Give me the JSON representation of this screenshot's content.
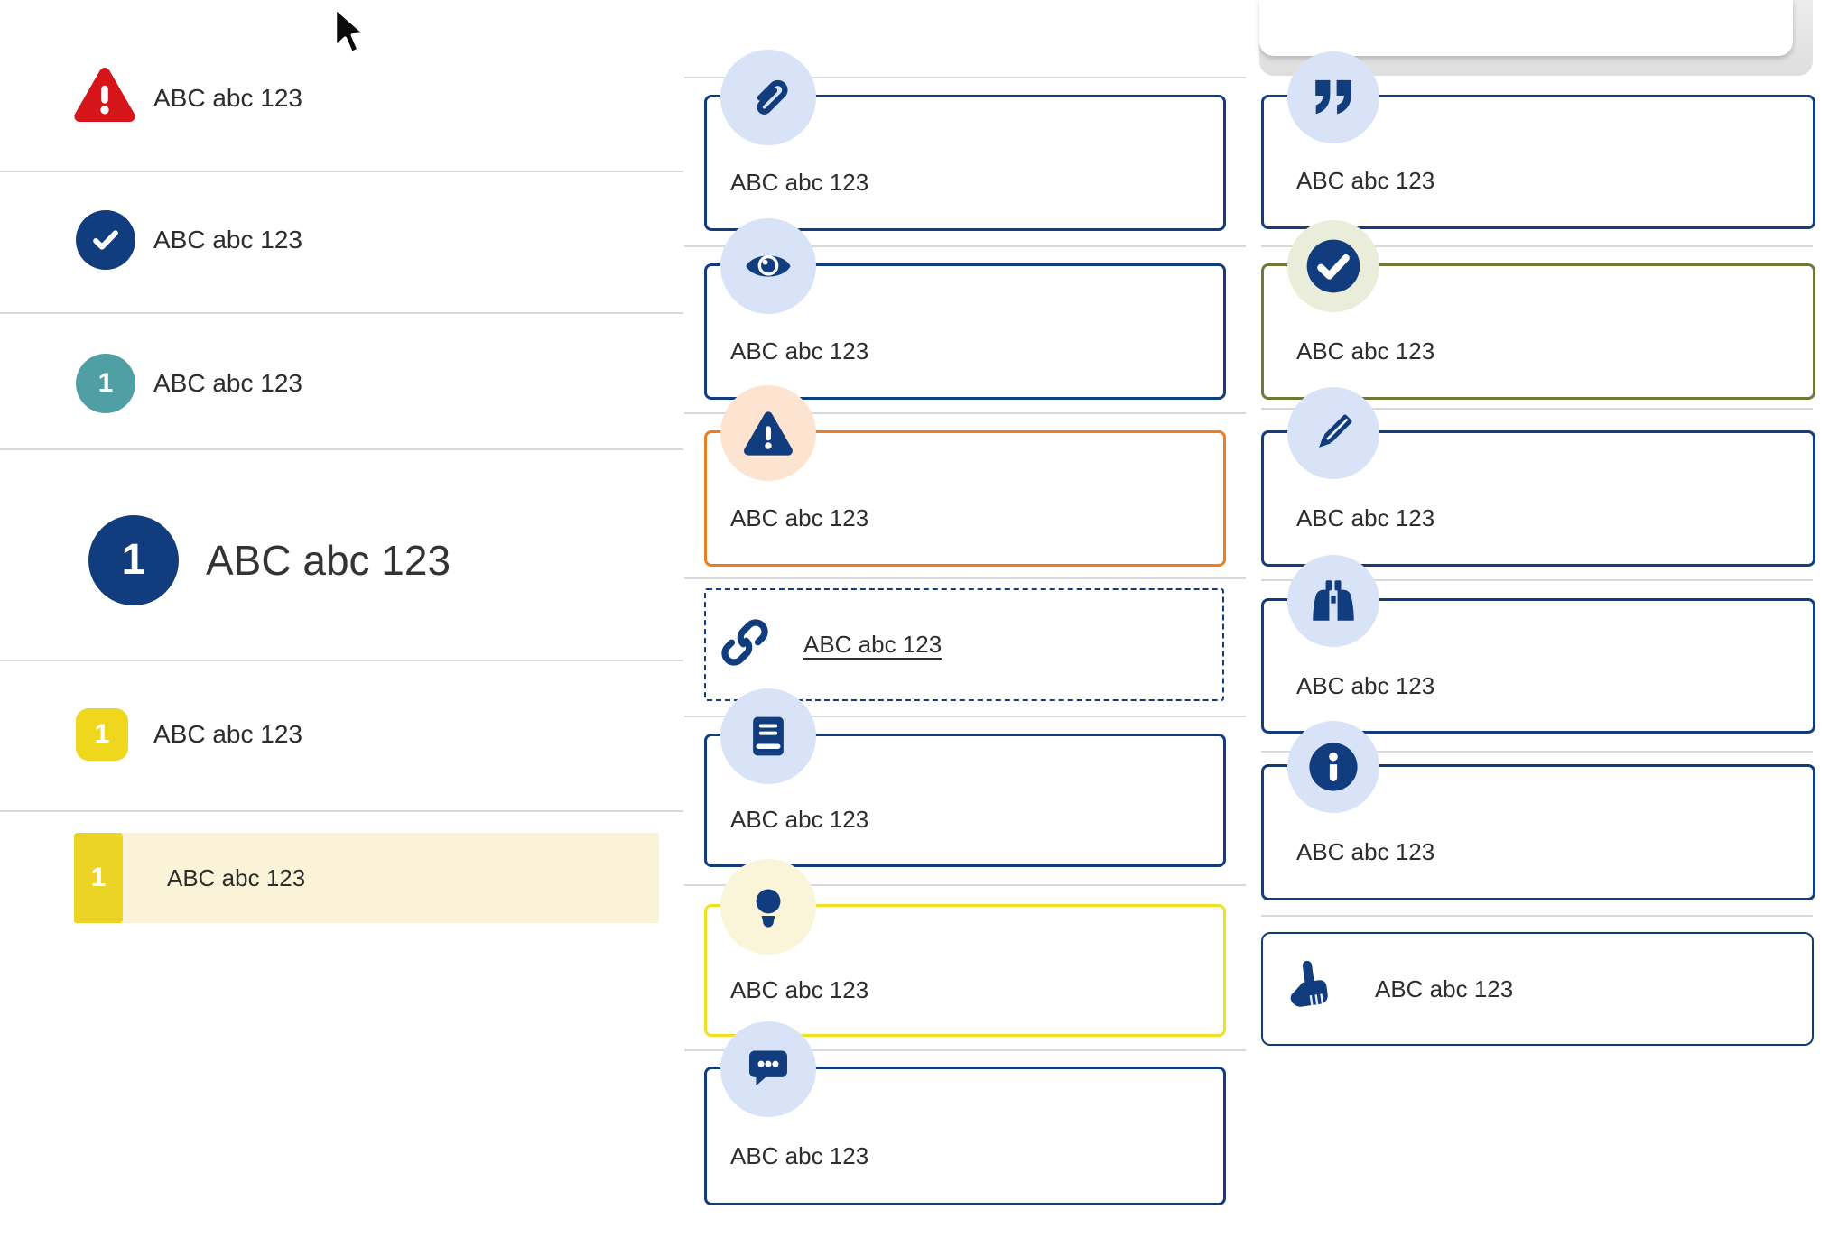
{
  "colors": {
    "navy": "#113c7e",
    "light_blue_bubble": "#d8e3f7",
    "red": "#d6151b",
    "teal": "#4f9fa4",
    "yellow_badge": "#efd71e",
    "yellow_block": "#ecd427",
    "cream_highlight": "#faf3d8",
    "orange_border": "#e97e23",
    "peach_bubble": "#fce4d0",
    "olive_border": "#6e7a39",
    "pale_green_bubble": "#e9edda",
    "yellow_border": "#efe11f",
    "pale_yellow_bubble": "#faf5d8",
    "divider": "#d9d9d9",
    "text": "#2d2d2d"
  },
  "overlay": {
    "cursor_icon": "arrow-cursor"
  },
  "left_panel": {
    "rows": [
      {
        "icon": "warning-triangle-icon",
        "label": "ABC abc 123"
      },
      {
        "icon": "check-circle-icon",
        "label": "ABC abc 123"
      },
      {
        "icon": "teal-number-badge",
        "badge": "1",
        "label": "ABC abc 123"
      },
      {
        "icon": "navy-number-badge",
        "badge": "1",
        "label": "ABC abc 123"
      },
      {
        "icon": "yellow-number-badge",
        "badge": "1",
        "label": "ABC abc 123"
      },
      {
        "icon": "yellow-number-badge",
        "badge": "1",
        "label": "ABC abc 123",
        "highlighted": true
      }
    ]
  },
  "middle_column": {
    "cards": [
      {
        "icon": "paperclip-icon",
        "style": "navy",
        "label": "ABC abc 123"
      },
      {
        "icon": "eye-icon",
        "style": "navy",
        "label": "ABC abc 123"
      },
      {
        "icon": "warning-triangle-icon",
        "style": "orange",
        "label": "ABC abc 123"
      },
      {
        "icon": "link-icon",
        "style": "dashed-link",
        "label": "ABC abc 123"
      },
      {
        "icon": "book-icon",
        "style": "navy",
        "label": "ABC abc 123"
      },
      {
        "icon": "lightbulb-icon",
        "style": "yellow",
        "label": "ABC abc 123"
      },
      {
        "icon": "speech-bubble-icon",
        "style": "navy",
        "label": "ABC abc 123"
      }
    ]
  },
  "right_column": {
    "decor_top_tab": "white-tab-with-shadow",
    "cards": [
      {
        "icon": "quote-icon",
        "style": "navy",
        "label": "ABC abc 123"
      },
      {
        "icon": "check-circle-icon",
        "style": "olive",
        "label": "ABC abc 123"
      },
      {
        "icon": "pencil-icon",
        "style": "navy",
        "label": "ABC abc 123"
      },
      {
        "icon": "binoculars-icon",
        "style": "navy",
        "label": "ABC abc 123"
      },
      {
        "icon": "info-icon",
        "style": "navy",
        "label": "ABC abc 123"
      },
      {
        "icon": "hand-pointer-icon",
        "style": "navy-inline",
        "label": "ABC abc 123"
      }
    ]
  }
}
